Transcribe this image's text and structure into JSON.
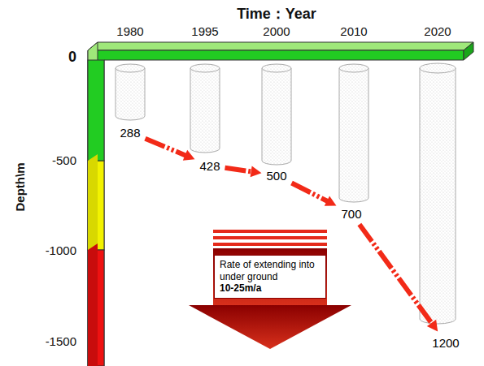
{
  "diagram": {
    "title": "Time：Year",
    "nodes": [
      {
        "text": [
          "288"
        ]
      },
      {
        "text": [
          "428"
        ]
      },
      {
        "text": [
          "500"
        ]
      },
      {
        "text": [
          "700"
        ]
      },
      {
        "text": [
          "1200"
        ]
      },
      {
        "text": [
          "Rate of extending into under ground",
          "10-25m/a"
        ]
      }
    ],
    "edges": [
      {
        "from": 0,
        "to": 1,
        "arrow": "to"
      },
      {
        "from": 1,
        "to": 2,
        "arrow": "to"
      },
      {
        "from": 2,
        "to": 3,
        "arrow": "to"
      },
      {
        "from": 3,
        "to": 4,
        "arrow": "to"
      }
    ],
    "labels": [
      "1980",
      "1995",
      "2000",
      "2010",
      "2020",
      "0",
      "-500",
      "-1000",
      "-1500",
      "Depth\\m"
    ]
  }
}
